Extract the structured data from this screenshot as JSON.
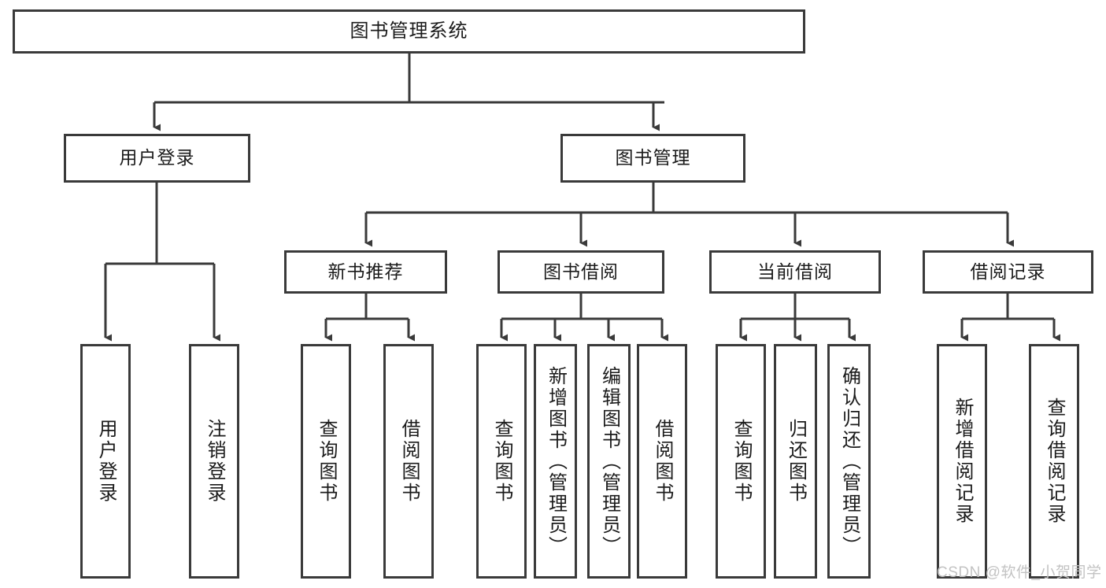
{
  "diagram": {
    "title": "图书管理系统",
    "type": "hierarchy-tree",
    "root": {
      "label": "图书管理系统"
    },
    "level2": [
      {
        "label": "用户登录"
      },
      {
        "label": "图书管理"
      }
    ],
    "level3": [
      {
        "label": "新书推荐"
      },
      {
        "label": "图书借阅"
      },
      {
        "label": "当前借阅"
      },
      {
        "label": "借阅记录"
      }
    ],
    "leaves": {
      "user_login": [
        {
          "label": "用户登录"
        },
        {
          "label": "注销登录"
        }
      ],
      "new_book_recommend": [
        {
          "label": "查询图书"
        },
        {
          "label": "借阅图书"
        }
      ],
      "book_borrow": [
        {
          "label": "查询图书"
        },
        {
          "label": "新增图书（管理员）"
        },
        {
          "label": "编辑图书（管理员）"
        },
        {
          "label": "借阅图书"
        }
      ],
      "current_borrow": [
        {
          "label": "查询图书"
        },
        {
          "label": "归还图书"
        },
        {
          "label": "确认归还（管理员）"
        }
      ],
      "borrow_record": [
        {
          "label": "新增借阅记录"
        },
        {
          "label": "查询借阅记录"
        }
      ]
    }
  },
  "watermark": {
    "text": "CSDN @软件_小贺同学"
  },
  "colors": {
    "border": "#3a3a3a",
    "text": "#1b1b1b",
    "background": "#ffffff",
    "watermark": "#c3c3c3"
  }
}
